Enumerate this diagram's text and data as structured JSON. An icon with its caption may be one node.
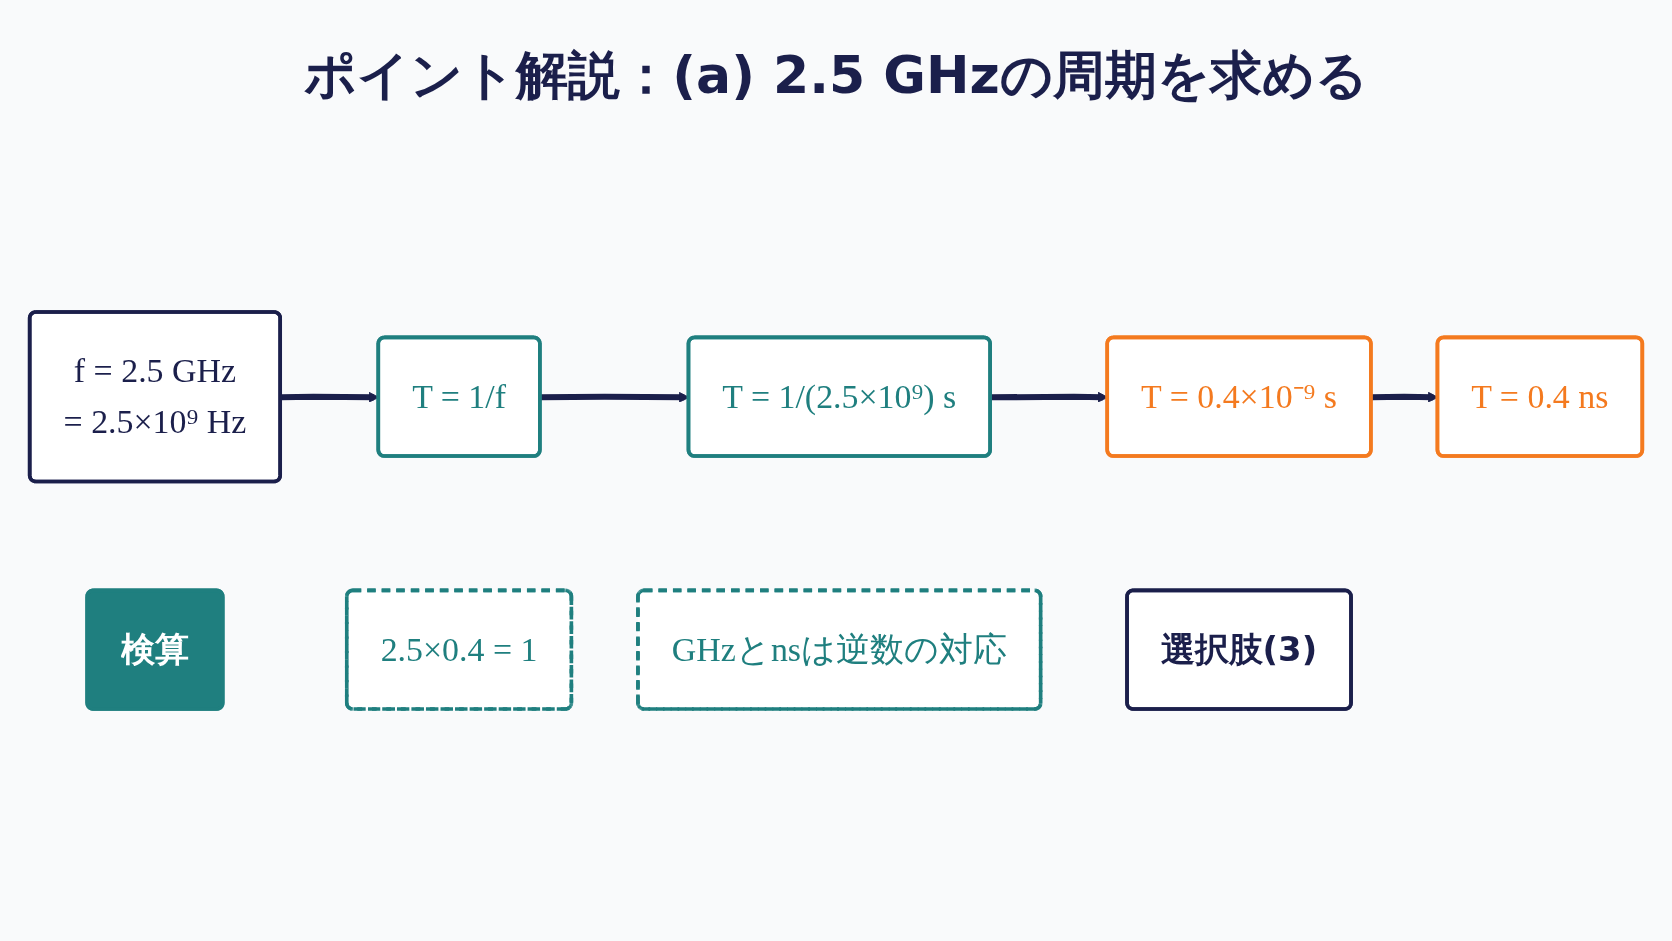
{
  "diagram": {
    "title": "ポイント解説：(a) 2.5 GHzの周期を求める",
    "nodes": [
      {
        "text": [
          "f = 2.5 GHz",
          "= 2.5×10⁹ Hz"
        ]
      },
      {
        "text": [
          "T = 1/f"
        ]
      },
      {
        "text": [
          "T = 1/(2.5×10⁹) s"
        ]
      },
      {
        "text": [
          "T = 0.4×10⁻⁹ s"
        ]
      },
      {
        "text": [
          "T = 0.4 ns"
        ]
      },
      {
        "text": [
          "検算"
        ]
      },
      {
        "text": [
          "2.5×0.4 = 1"
        ]
      },
      {
        "text": [
          "GHzとnsは逆数の対応"
        ]
      },
      {
        "text": [
          "選択肢(3)"
        ]
      }
    ],
    "edges": [
      {
        "from": 0,
        "to": 1,
        "arrow": "to"
      },
      {
        "from": 1,
        "to": 2,
        "arrow": "to"
      },
      {
        "from": 2,
        "to": 3,
        "arrow": "to"
      },
      {
        "from": 3,
        "to": 4,
        "arrow": "to"
      }
    ]
  }
}
